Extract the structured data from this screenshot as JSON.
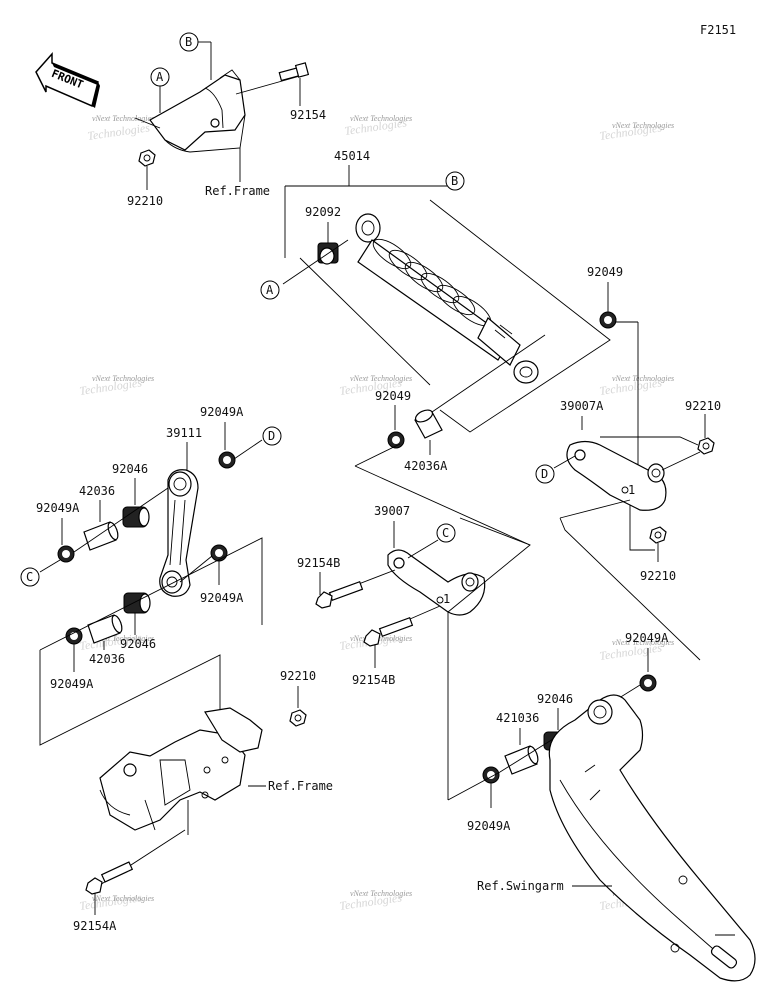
{
  "diagram_code": "F2151",
  "front_label": "FRONT",
  "watermark": "vNext Technologies",
  "callouts": {
    "A": "A",
    "B": "B",
    "C": "C",
    "D": "D"
  },
  "parts": {
    "p92154_top": "92154",
    "p92210_top": "92210",
    "p45014": "45014",
    "p92092": "92092",
    "p92049_right": "92049",
    "p92049_mid": "92049",
    "p42036A": "42036A",
    "p39007A": "39007A",
    "p92210_right": "92210",
    "p92210_right2": "92210",
    "p92049A_top": "92049A",
    "p39111": "39111",
    "p92046_left": "92046",
    "p42036_left": "42036",
    "p92049A_left": "92049A",
    "p92049A_link": "92049A",
    "p92046_lower": "92046",
    "p42036_lower": "42036",
    "p92049A_lower": "92049A",
    "p39007": "39007",
    "p92154B_a": "92154B",
    "p92154B_b": "92154B",
    "p92210_lower": "92210",
    "p92154A": "92154A",
    "p92049A_sw_top": "92049A",
    "p92046_sw": "92046",
    "p421036": "421036",
    "p92049A_sw_bot": "92049A"
  },
  "refs": {
    "frame_top": "Ref.Frame",
    "frame_bottom": "Ref.Frame",
    "swingarm": "Ref.Swingarm"
  }
}
